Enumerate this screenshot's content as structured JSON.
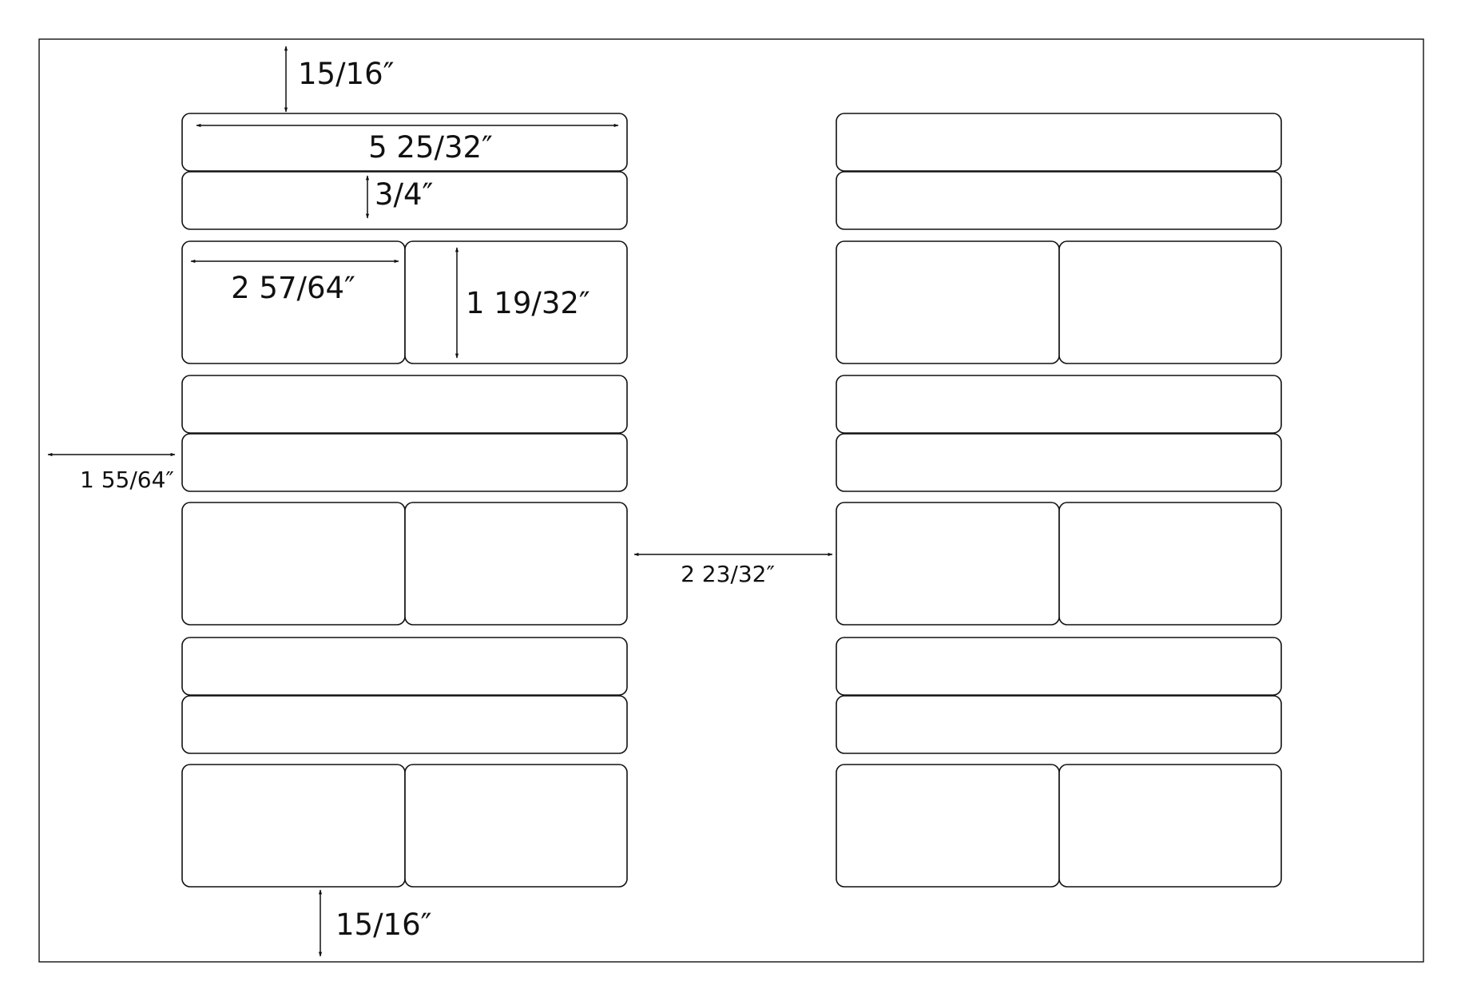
{
  "dimensions": {
    "top_margin": "15/16″",
    "label_width": "5 25/32″",
    "strip_height": "3/4″",
    "half_label_width": "2 57/64″",
    "tall_label_height": "1 19/32″",
    "left_margin": "1 55/64″",
    "column_gap": "2 23/32″",
    "bottom_margin": "15/16″"
  },
  "colors": {
    "outline": "#111111",
    "background": "#ffffff"
  }
}
